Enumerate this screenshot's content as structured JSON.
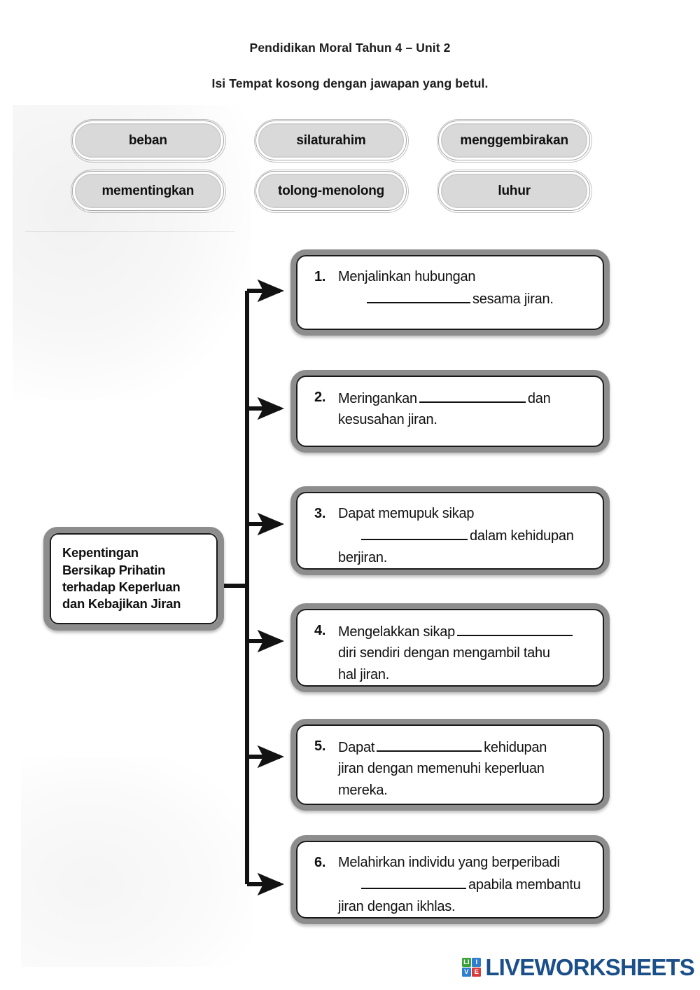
{
  "header": {
    "title": "Pendidikan Moral Tahun 4 – Unit 2",
    "instruction": "Isi Tempat kosong dengan jawapan yang betul."
  },
  "word_bank": {
    "rows": [
      [
        {
          "label": "beban"
        },
        {
          "label": "silaturahim"
        },
        {
          "label": "menggembirakan"
        }
      ],
      [
        {
          "label": "mementingkan"
        },
        {
          "label": "tolong-menolong"
        },
        {
          "label": "luhur"
        }
      ]
    ]
  },
  "diagram": {
    "central_node": {
      "label": "Kepentingan\nBersikap Prihatin\nterhadap Keperluan\ndan Kebajikan Jiran"
    },
    "items": [
      {
        "number": "1.",
        "text_before": "Menjalinkan hubungan",
        "text_after": "sesama jiran.",
        "layout": "blank-second-line"
      },
      {
        "number": "2.",
        "text_before": "Meringankan",
        "text_after": "dan",
        "text_line2": "kesusahan jiran.",
        "layout": "blank-inline"
      },
      {
        "number": "3.",
        "text_before": "Dapat memupuk sikap",
        "text_after": "dalam kehidupan",
        "text_line3": "berjiran.",
        "layout": "blank-second-line"
      },
      {
        "number": "4.",
        "text_before": "Mengelakkan sikap",
        "text_after": "",
        "text_line2": "diri sendiri dengan mengambil tahu",
        "text_line3": "hal jiran.",
        "layout": "blank-inline"
      },
      {
        "number": "5.",
        "text_before": "Dapat",
        "text_after": "kehidupan",
        "text_line2": "jiran dengan memenuhi keperluan",
        "text_line3": "mereka.",
        "layout": "blank-inline"
      },
      {
        "number": "6.",
        "text_before": "Melahirkan individu yang berperibadi",
        "text_after": "apabila membantu",
        "text_line3": "jiran dengan ikhlas.",
        "layout": "blank-second-line"
      }
    ]
  },
  "footer": {
    "logo_tiles": [
      {
        "letter": "LI",
        "color": "#3aa33a"
      },
      {
        "letter": "I",
        "color": "#2f7fd0"
      },
      {
        "letter": "V",
        "color": "#2f7fd0"
      },
      {
        "letter": "E",
        "color": "#d93b3b"
      }
    ],
    "logo_text": "LIVEWORKSHEETS",
    "logo_color": "#1b4f8a"
  },
  "colors": {
    "page_background": "#ffffff",
    "box_outer_border": "#8d8d8d",
    "box_inner_border": "#1a1a1a",
    "pill_fill": "#d9d9d9",
    "text": "#101010"
  }
}
